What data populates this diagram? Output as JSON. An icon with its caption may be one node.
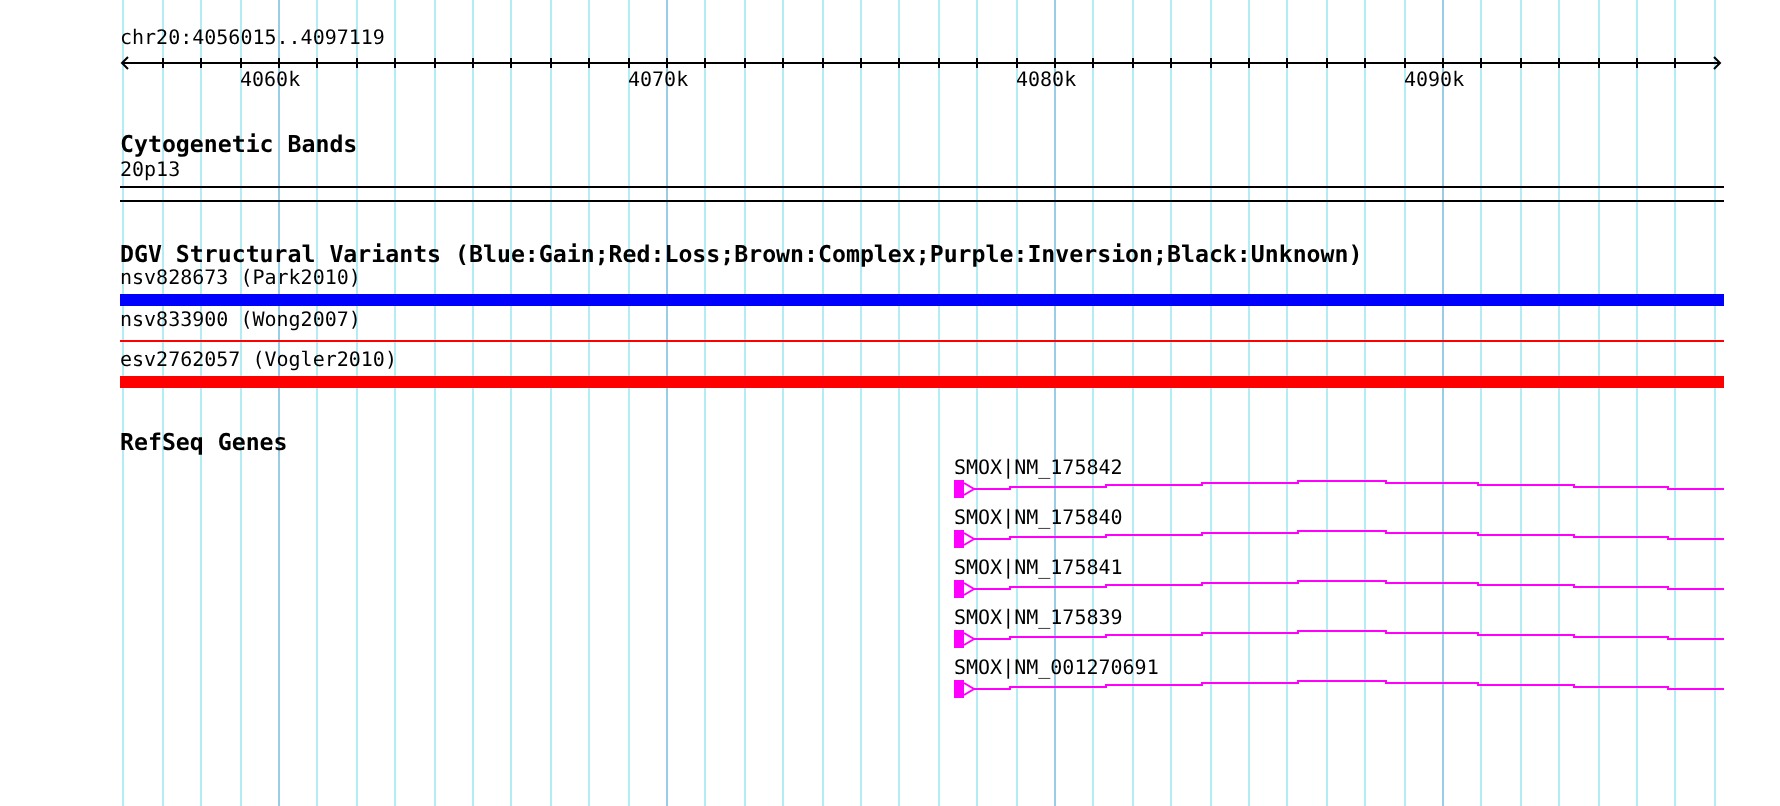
{
  "diagram": {
    "nodes": [
      {
        "text": [
          "20p13"
        ]
      },
      {
        "text": [
          "nsv828673 (Park2010)"
        ]
      },
      {
        "text": [
          "nsv833900 (Wong2007)"
        ]
      },
      {
        "text": [
          "esv2762057 (Vogler2010)"
        ]
      },
      {
        "text": [
          "SMOX|NM_175842"
        ]
      },
      {
        "text": [
          "SMOX|NM_175840"
        ]
      },
      {
        "text": [
          "SMOX|NM_175841"
        ]
      },
      {
        "text": [
          "SMOX|NM_175839"
        ]
      },
      {
        "text": [
          "SMOX|NM_001270691"
        ]
      }
    ],
    "edges": [],
    "labels": [
      "chr20:4056015..4097119",
      "4060k",
      "4070k",
      "4080k",
      "4090k",
      "Cytogenetic Bands",
      "DGV Structural Variants (Blue:Gain;Red:Loss;Brown:Complex;Purple:Inversion;Black:Unknown)",
      "RefSeq Genes"
    ]
  }
}
